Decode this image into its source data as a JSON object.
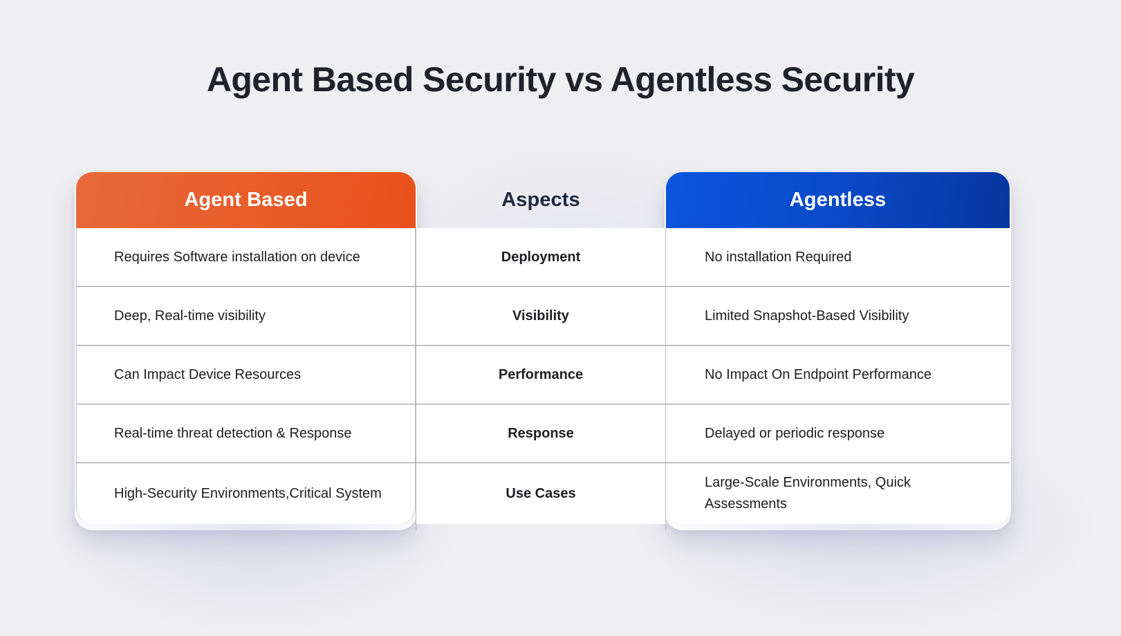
{
  "title": "Agent Based Security vs Agentless Security",
  "colors": {
    "background": "#efeff1",
    "title_text": "#20222b",
    "agent_based_gradient_start": "#e8693c",
    "agent_based_gradient_end": "#e9501a",
    "agentless_gradient_start": "#0b55dd",
    "agentless_gradient_end": "#06369f",
    "header_text": "#ffffff",
    "aspects_text": "#1f2a40",
    "body_text": "#1d1d1f",
    "row_divider": "#8f8f99",
    "card_surface": "#ffffff"
  },
  "table": {
    "headers": {
      "left": "Agent Based",
      "middle": "Aspects",
      "right": "Agentless"
    },
    "rows": [
      {
        "aspect": "Deployment",
        "agent_based": "Requires Software installation on device",
        "agentless": "No installation Required"
      },
      {
        "aspect": "Visibility",
        "agent_based": "Deep, Real-time visibility",
        "agentless": "Limited Snapshot-Based Visibility"
      },
      {
        "aspect": "Performance",
        "agent_based": "Can Impact Device Resources",
        "agentless": "No Impact On Endpoint Performance"
      },
      {
        "aspect": "Response",
        "agent_based": "Real-time threat detection & Response",
        "agentless": "Delayed or periodic response"
      },
      {
        "aspect": "Use Cases",
        "agent_based": "High-Security Environments,Critical System",
        "agentless": "Large-Scale Environments, Quick Assessments"
      }
    ]
  }
}
